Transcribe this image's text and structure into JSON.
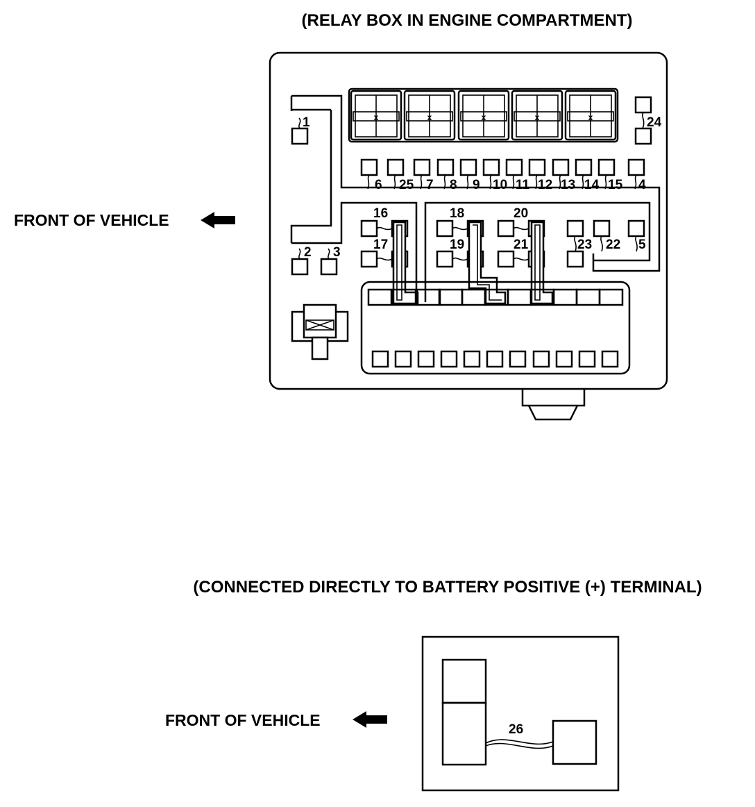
{
  "titles": {
    "relay_box": "(RELAY BOX IN ENGINE COMPARTMENT)",
    "battery": "(CONNECTED DIRECTLY TO BATTERY POSITIVE (+) TERMINAL)"
  },
  "front_labels": {
    "top": "FRONT OF VEHICLE",
    "bottom": "FRONT OF VEHICLE"
  },
  "relay_box": {
    "fuses_left": [
      "1",
      "2",
      "3"
    ],
    "fuse_right_top": "24",
    "fuse_row": [
      "6",
      "25",
      "7",
      "8",
      "9",
      "10",
      "11",
      "12",
      "13",
      "14",
      "15",
      "4"
    ],
    "fuse_pairs": [
      "16",
      "17",
      "18",
      "19",
      "20",
      "21"
    ],
    "fuse_row_right": [
      "23",
      "22",
      "5"
    ]
  },
  "battery_terminal": {
    "fusible_link": "26"
  }
}
